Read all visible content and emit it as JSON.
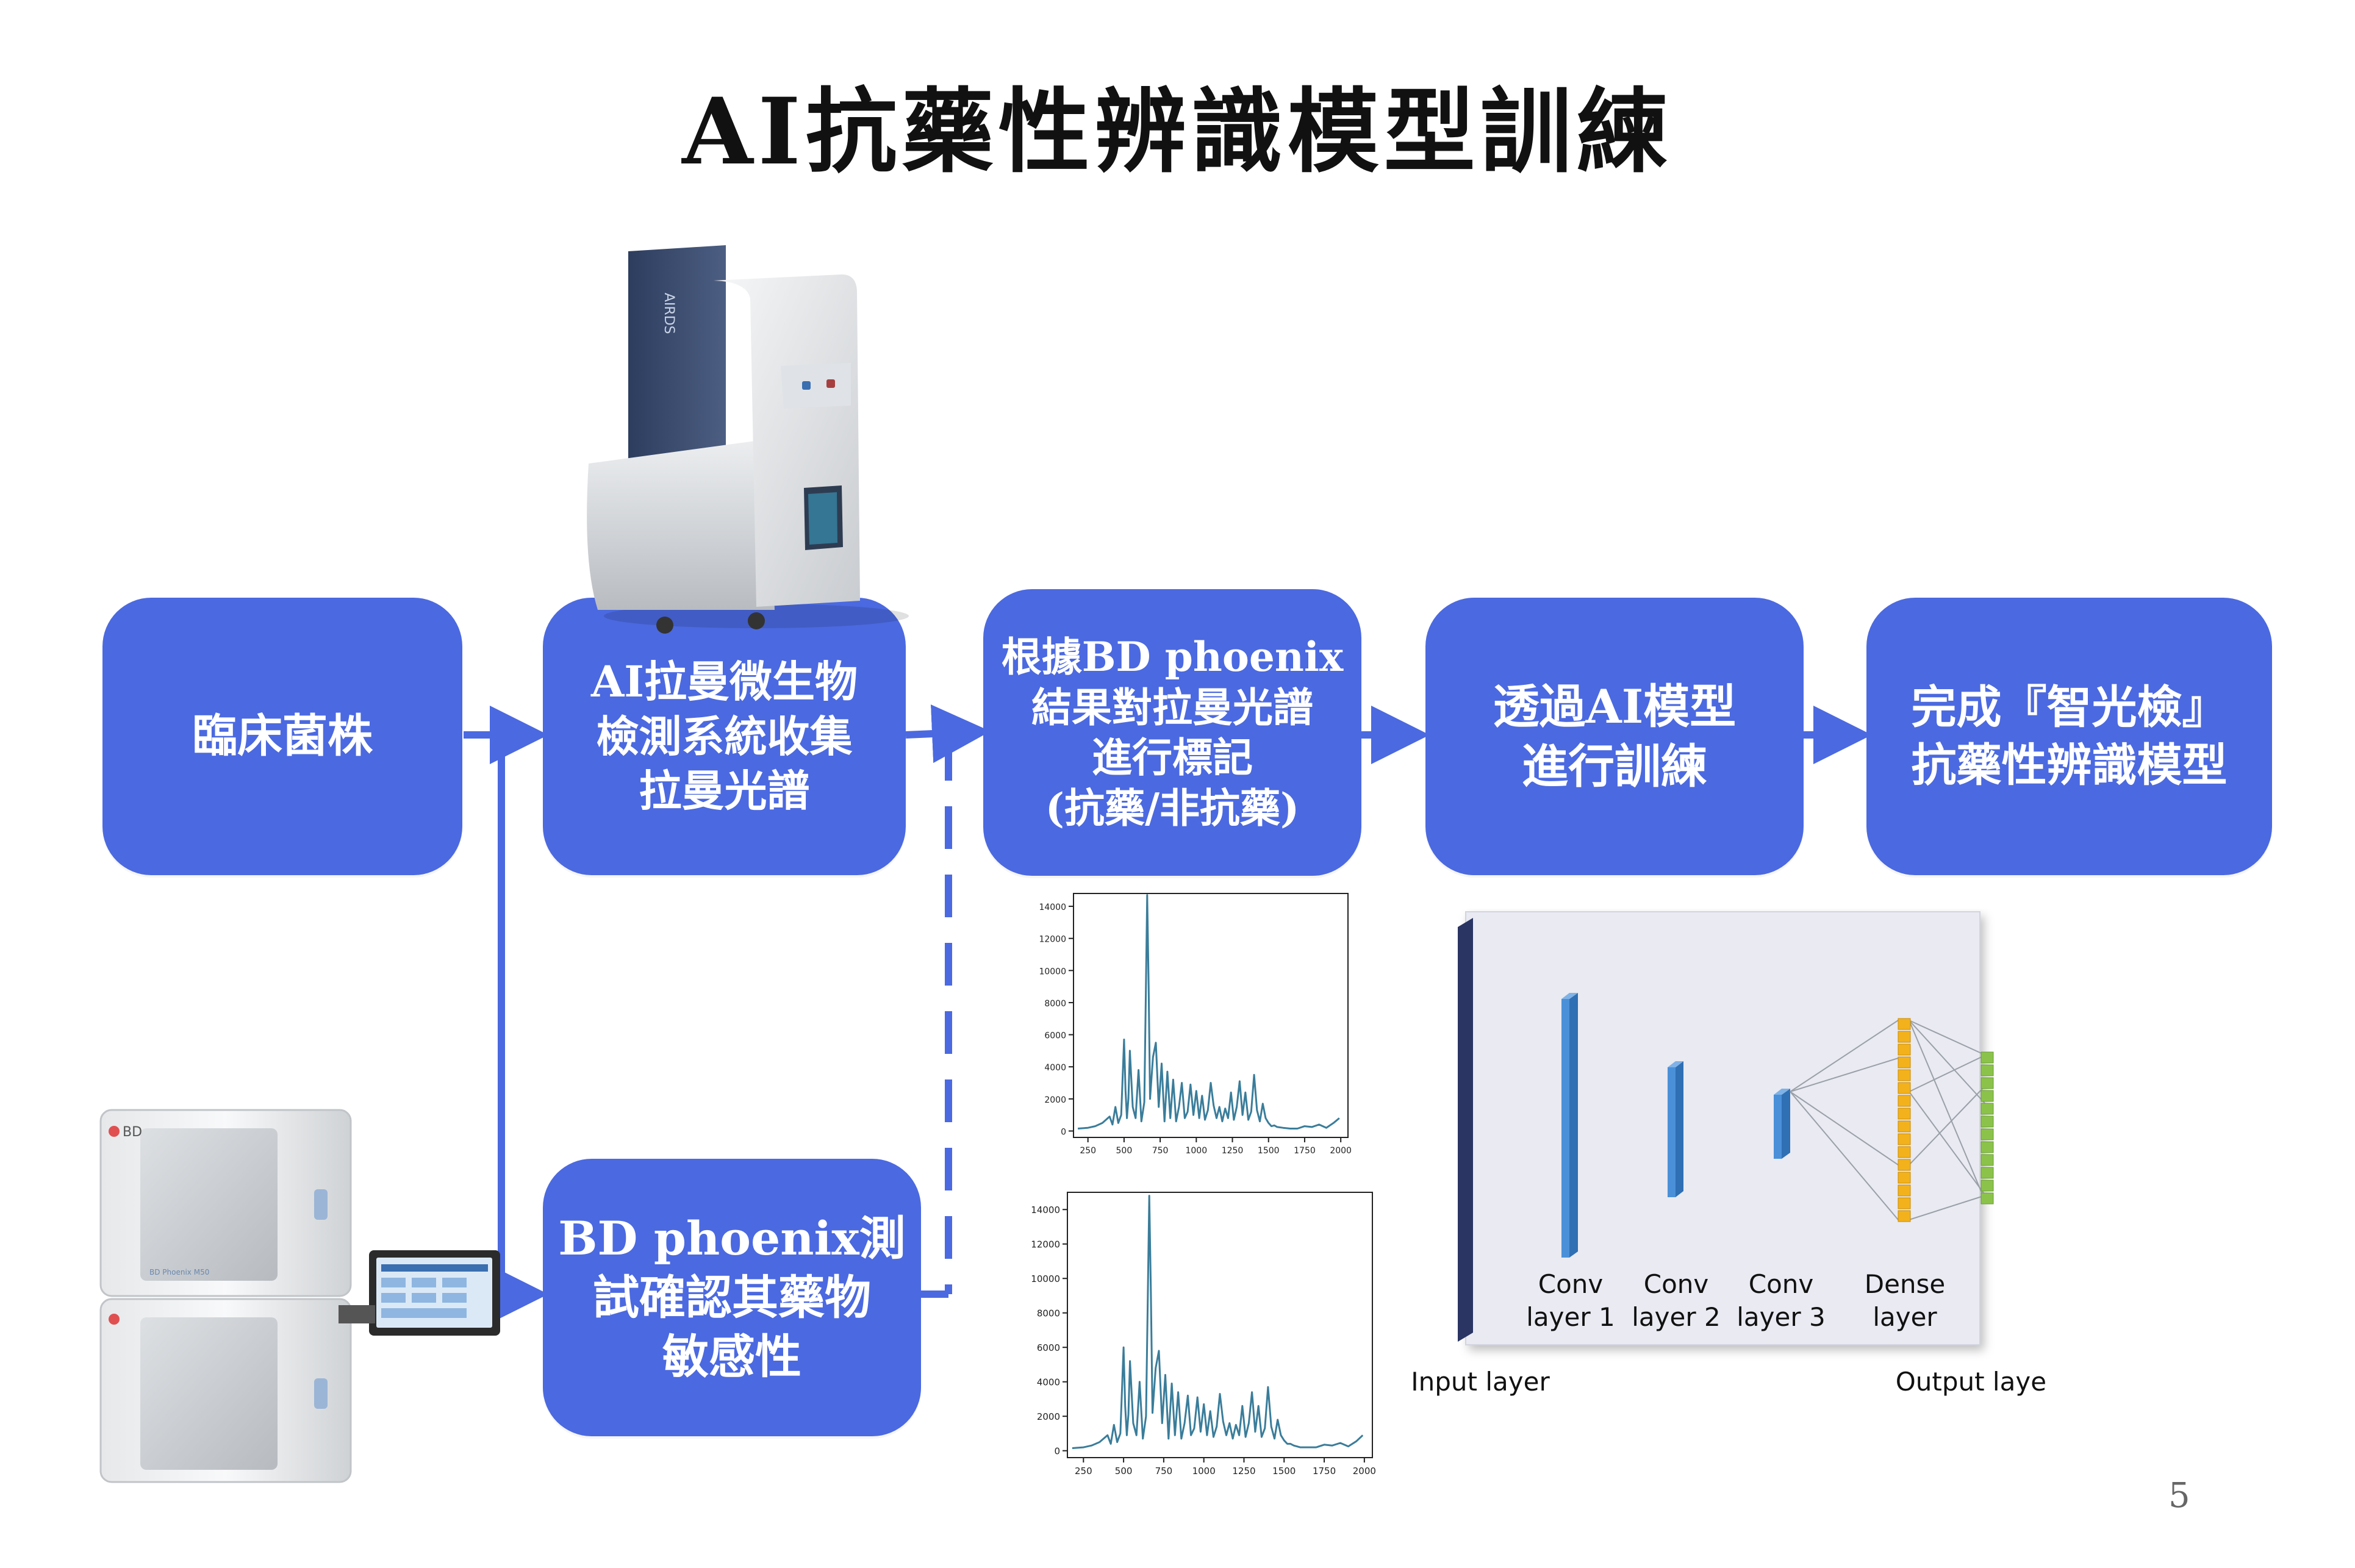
{
  "title": "AI抗藥性辨識模型訓練",
  "page_number": "5",
  "boxes": {
    "clinical": {
      "lines": [
        "臨床菌株"
      ]
    },
    "raman": {
      "lines": [
        "AI拉曼微生物",
        "檢測系統收集",
        "拉曼光譜"
      ]
    },
    "label": {
      "lines": [
        "根據BD phoenix",
        "結果對拉曼光譜",
        "進行標記",
        "(抗藥/非抗藥)"
      ]
    },
    "train": {
      "lines": [
        "透過AI模型",
        "進行訓練"
      ]
    },
    "complete": {
      "lines": [
        "完成『智光檢』",
        "抗藥性辨識模型"
      ]
    },
    "phoenix": {
      "lines": [
        "BD phoenix測",
        "試確認其藥物",
        "敏感性"
      ]
    }
  },
  "devices": {
    "raman_device": {
      "brand_text": "AIRDS",
      "icon": "raman-spectrometer-icon"
    },
    "phoenix_device": {
      "brand_text": "BD",
      "model_text": "BD Phoenix M50",
      "icon": "bd-phoenix-analyzer-icon"
    }
  },
  "nn_diagram": {
    "layers": [
      {
        "label1": "Conv",
        "label2": "layer 1"
      },
      {
        "label1": "Conv",
        "label2": "layer 2"
      },
      {
        "label1": "Conv",
        "label2": "layer 3"
      },
      {
        "label1": "Dense",
        "label2": "layer"
      }
    ],
    "input_label": "Input layer",
    "output_label": "Output layer",
    "colors": {
      "conv": "#4a90d9",
      "dense": "#f3b21b",
      "output": "#8bc34a",
      "input": "#2a3563"
    }
  },
  "colors": {
    "box": "#4b69e0",
    "arrow": "#4b69e0",
    "spectrum": "#3a7d9a"
  },
  "chart_data": [
    {
      "type": "line",
      "title": "",
      "xlabel": "",
      "ylabel": "",
      "xlim": [
        150,
        2050
      ],
      "ylim": [
        -400,
        14800
      ],
      "xticks": [
        250,
        500,
        750,
        1000,
        1250,
        1500,
        1750,
        2000
      ],
      "yticks": [
        0,
        2000,
        4000,
        6000,
        8000,
        10000,
        12000,
        14000
      ],
      "x": [
        180,
        250,
        300,
        350,
        400,
        420,
        440,
        460,
        480,
        500,
        510,
        520,
        530,
        540,
        560,
        580,
        600,
        620,
        640,
        650,
        660,
        670,
        680,
        700,
        720,
        740,
        760,
        780,
        800,
        820,
        840,
        860,
        880,
        900,
        920,
        940,
        960,
        980,
        1000,
        1020,
        1040,
        1060,
        1080,
        1100,
        1120,
        1140,
        1160,
        1180,
        1200,
        1220,
        1240,
        1260,
        1280,
        1300,
        1320,
        1340,
        1360,
        1380,
        1400,
        1420,
        1440,
        1460,
        1480,
        1500,
        1520,
        1540,
        1560,
        1600,
        1650,
        1700,
        1750,
        1800,
        1850,
        1900,
        1950,
        1990
      ],
      "y": [
        150,
        200,
        300,
        500,
        900,
        400,
        1500,
        500,
        1000,
        5700,
        2500,
        800,
        2000,
        5000,
        1500,
        800,
        3800,
        600,
        1800,
        8000,
        14700,
        9000,
        2000,
        4600,
        5500,
        1500,
        4200,
        600,
        3700,
        800,
        3200,
        600,
        1500,
        3000,
        800,
        1200,
        2900,
        1000,
        2500,
        800,
        2200,
        700,
        1300,
        3000,
        1600,
        800,
        1500,
        600,
        1400,
        800,
        2400,
        700,
        1500,
        3100,
        1000,
        2400,
        700,
        1200,
        3500,
        1300,
        600,
        1700,
        800,
        500,
        300,
        350,
        250,
        200,
        150,
        150,
        300,
        250,
        400,
        200,
        500,
        800
      ]
    },
    {
      "type": "line",
      "title": "",
      "xlabel": "",
      "ylabel": "",
      "xlim": [
        150,
        2050
      ],
      "ylim": [
        -400,
        15000
      ],
      "xticks": [
        250,
        500,
        750,
        1000,
        1250,
        1500,
        1750,
        2000
      ],
      "yticks": [
        0,
        2000,
        4000,
        6000,
        8000,
        10000,
        12000,
        14000
      ],
      "x": [
        180,
        250,
        300,
        350,
        400,
        420,
        440,
        460,
        480,
        500,
        510,
        520,
        530,
        540,
        560,
        580,
        600,
        620,
        640,
        650,
        660,
        670,
        680,
        700,
        720,
        740,
        760,
        780,
        800,
        820,
        840,
        860,
        880,
        900,
        920,
        940,
        960,
        980,
        1000,
        1020,
        1040,
        1060,
        1080,
        1100,
        1120,
        1140,
        1160,
        1180,
        1200,
        1220,
        1240,
        1260,
        1280,
        1300,
        1320,
        1340,
        1360,
        1380,
        1400,
        1420,
        1440,
        1460,
        1480,
        1500,
        1520,
        1540,
        1560,
        1600,
        1650,
        1700,
        1750,
        1800,
        1850,
        1900,
        1950,
        1990
      ],
      "y": [
        150,
        200,
        300,
        500,
        900,
        400,
        1500,
        500,
        1000,
        6000,
        2600,
        900,
        2100,
        5200,
        1600,
        900,
        4000,
        700,
        2000,
        8400,
        14800,
        9300,
        2200,
        4800,
        5800,
        1600,
        4400,
        700,
        3900,
        900,
        3400,
        700,
        1600,
        3200,
        900,
        1300,
        3100,
        1100,
        2700,
        900,
        2300,
        800,
        1400,
        3300,
        1700,
        900,
        1600,
        700,
        1500,
        900,
        2600,
        800,
        1600,
        3400,
        1100,
        2600,
        800,
        1300,
        3700,
        1400,
        700,
        1800,
        900,
        600,
        400,
        400,
        300,
        200,
        200,
        200,
        350,
        300,
        450,
        250,
        550,
        900
      ]
    }
  ]
}
